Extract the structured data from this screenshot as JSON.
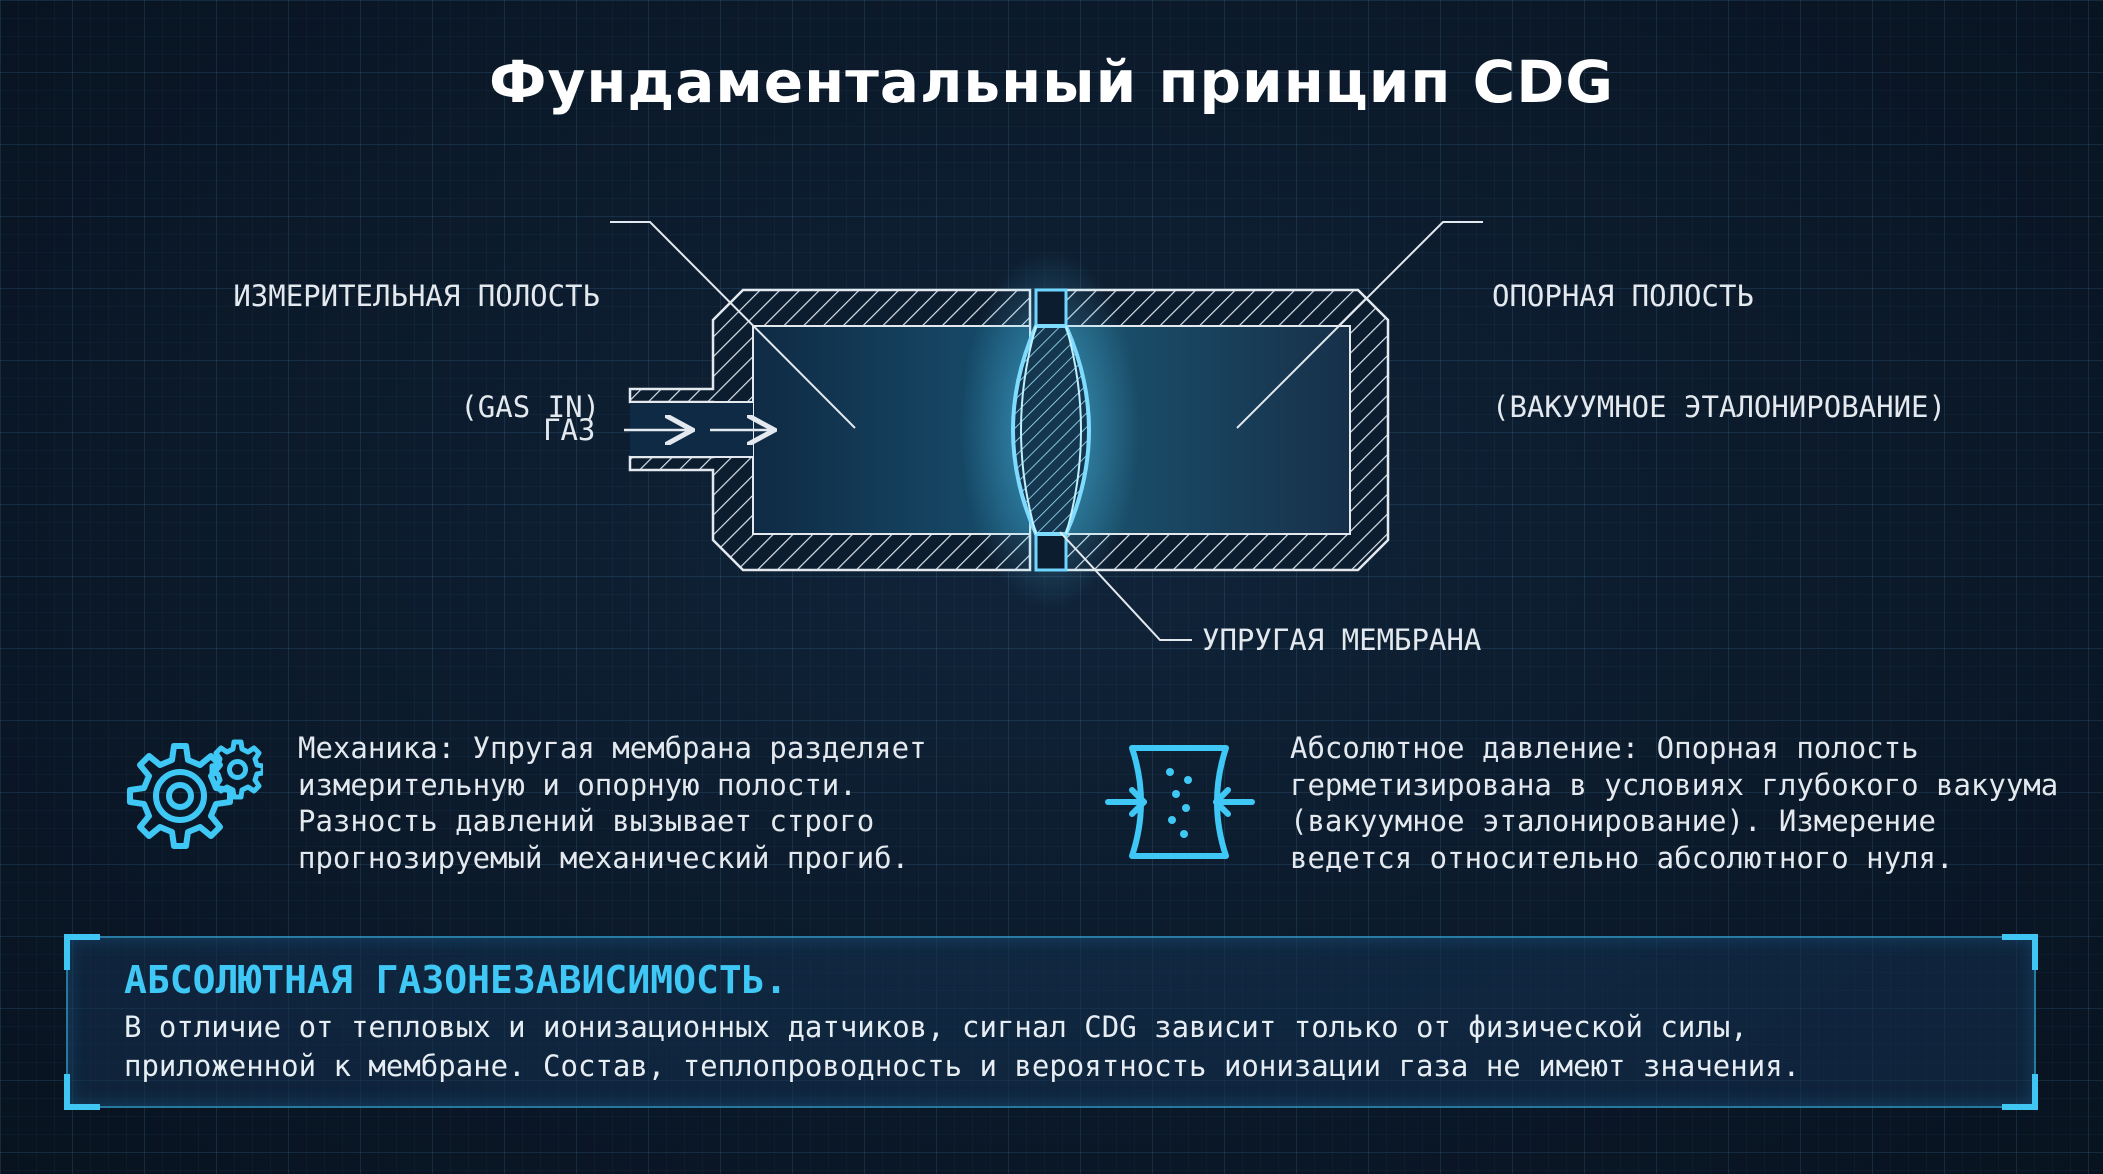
{
  "title": "Фундаментальный принцип CDG",
  "diagram": {
    "label_measuring": [
      "ИЗМЕРИТЕЛЬНАЯ ПОЛОСТЬ",
      "(GAS IN)"
    ],
    "label_reference": [
      "ОПОРНАЯ ПОЛОСТЬ",
      "(ВАКУУМНОЕ ЭТАЛОНИРОВАНИЕ)"
    ],
    "label_gas": "ГАЗ",
    "label_membrane": "УПРУГАЯ МЕМБРАНА"
  },
  "features": [
    {
      "icon": "gears-icon",
      "lines": [
        "Механика: Упругая мембрана разделяет",
        "измерительную и опорную полости.",
        "Разность давлений вызывает строго",
        "прогнозируемый механический прогиб."
      ]
    },
    {
      "icon": "compression-icon",
      "lines": [
        "Абсолютное давление: Опорная полость",
        "герметизирована в условиях глубокого вакуума",
        "(вакуумное эталонирование). Измерение",
        "ведется относительно абсолютного нуля."
      ]
    }
  ],
  "callout": {
    "title": "АБСОЛЮТНАЯ ГАЗОНЕЗАВИСИМОСТЬ.",
    "lines": [
      "В отличие от тепловых и ионизационных датчиков, сигнал CDG зависит только от физической силы,",
      "приложенной к мембране. Состав, теплопроводность и вероятность ионизации газа не имеют значения."
    ]
  },
  "colors": {
    "accent": "#3fc8f5",
    "background": "#0c1a2c",
    "line": "#e3e9ee"
  }
}
